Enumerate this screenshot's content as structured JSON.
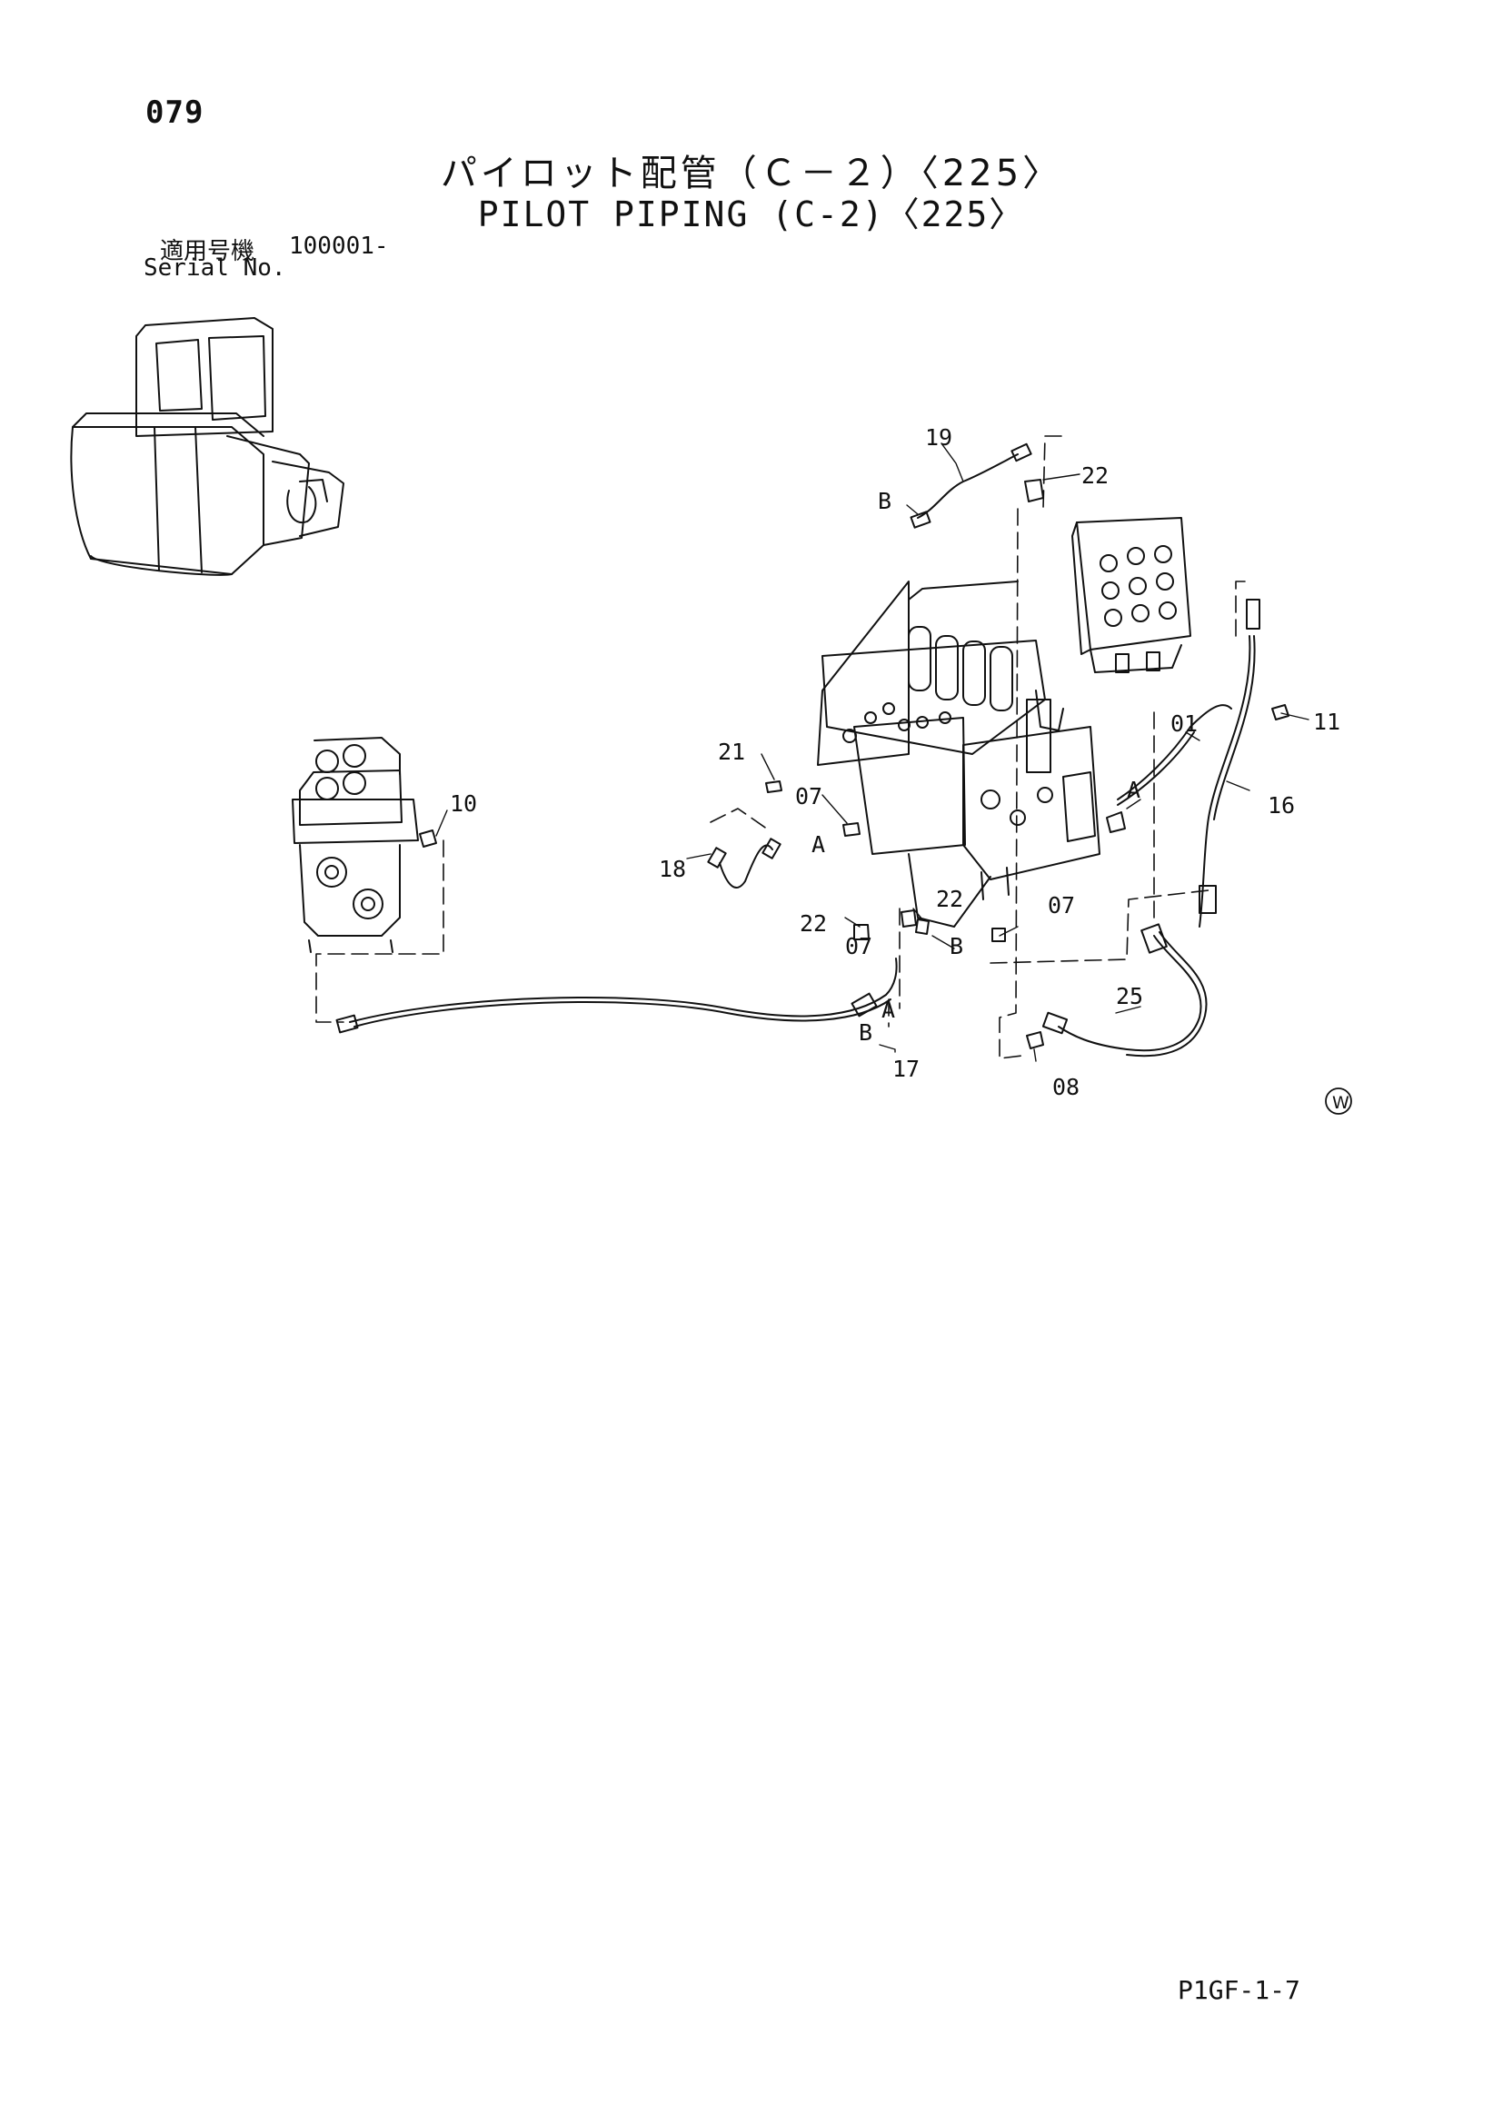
{
  "header": {
    "page_number": "079",
    "title_ja": "パイロット配管（Ｃ－２）〈225〉",
    "title_en": "PILOT PIPING (C-2)〈225〉"
  },
  "serial": {
    "label_ja": "適用号機",
    "value": "100001-",
    "label_en": "Serial No."
  },
  "callouts": {
    "c19": "19",
    "c22a": "22",
    "cBtop": "B",
    "c21": "21",
    "c07a": "07",
    "cA1": "A",
    "c18": "18",
    "c22b": "22",
    "c07b": "07",
    "c22c": "22",
    "cB2": "B",
    "c07c": "07",
    "c10": "10",
    "cA2": "A",
    "cB3": "B",
    "c17": "17",
    "c25": "25",
    "c08": "08",
    "c01": "01",
    "c11": "11",
    "c16": "16",
    "cA3": "A"
  },
  "symbol": "W",
  "footer": {
    "code": "P1GF-1-7"
  }
}
